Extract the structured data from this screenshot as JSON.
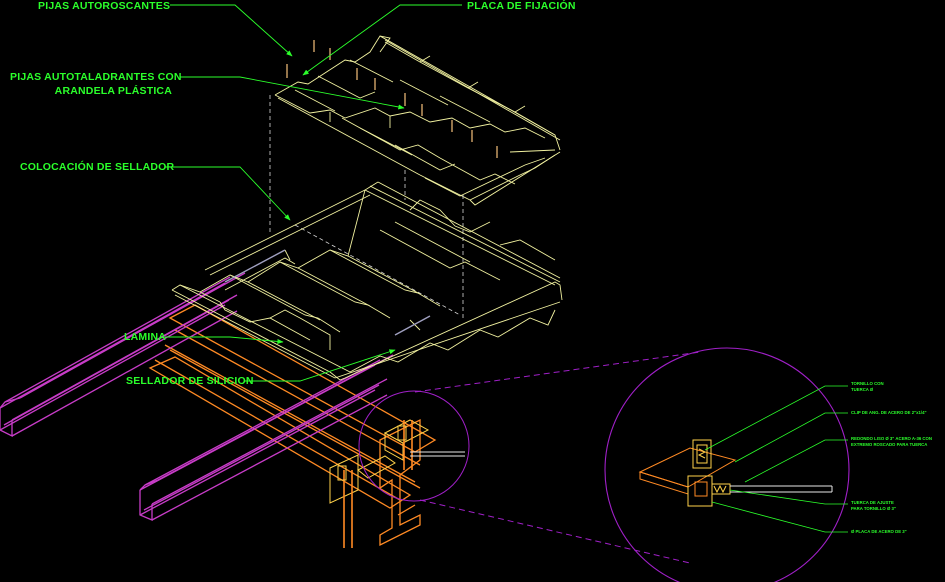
{
  "labels": {
    "pijas_autoroscantes": "PIJAS AUTOROSCANTES",
    "placa_fijacion": "PLACA DE FIJACIÓN",
    "pijas_autotaladrantes_1": "PIJAS AUTOTALADRANTES CON",
    "pijas_autotaladrantes_2": "ARANDELA PLÁSTICA",
    "colocacion_sellador": "COLOCACIÓN DE SELLADOR",
    "lamina": "LAMINA",
    "sellador_silicion": "SELLADOR DE SILICION"
  },
  "detail_labels": {
    "tornillo_1": "TORNILLO CON",
    "tornillo_2": "TUERCA Ø",
    "clip": "CLIP DE ANG. DE ACERO DE 2\"x1/4\"",
    "redondo_1": "REDONDO LISO Ø 3\" ACERO A-36 CON",
    "redondo_2": "EXTREMO ROSCADO PARA TUERCA",
    "tuerca_1": "TUERCA DE AJUSTE",
    "tuerca_2": "PARA TORNILLO Ø 3\"",
    "placa": "Ø PLACA DE ACERO DE 3\""
  },
  "colors": {
    "background": "#000000",
    "label_text": "#2bff2b",
    "leader": "#2bff2b",
    "sheet": "#f2f2a0",
    "purlin": "#c83cc8",
    "beam": "#ff8a24",
    "detail_circle": "#a020c8",
    "hardware": "#ffd24a",
    "dashed": "#d8d8d8"
  },
  "icons": {
    "screw": "screw-icon",
    "clip": "clip-icon"
  }
}
